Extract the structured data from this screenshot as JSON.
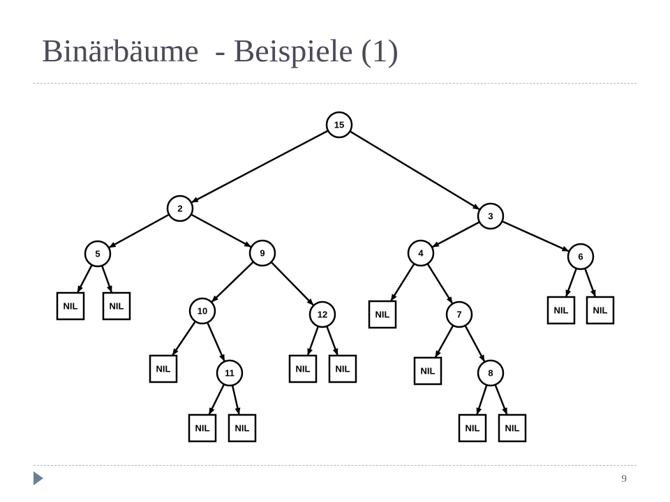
{
  "slide": {
    "title": "Binärbäume  - Beispiele (1)",
    "page_number": "9",
    "accent_color": "#6b7f94",
    "divider_color": "#a6b9c8"
  },
  "icons": {
    "bullet": "play-triangle-icon"
  },
  "diagram": {
    "node_labels": {
      "n15": "15",
      "n2": "2",
      "n3": "3",
      "n5": "5",
      "n9": "9",
      "n4": "4",
      "n6": "6",
      "n10": "10",
      "n12": "12",
      "n7": "7",
      "n11": "11",
      "n8": "8"
    },
    "nil_label": "NIL",
    "edges": [
      [
        "n15",
        "n2"
      ],
      [
        "n15",
        "n3"
      ],
      [
        "n2",
        "n5"
      ],
      [
        "n2",
        "n9"
      ],
      [
        "n5",
        "nil1"
      ],
      [
        "n5",
        "nil2"
      ],
      [
        "n9",
        "n10"
      ],
      [
        "n9",
        "n12"
      ],
      [
        "n10",
        "nil3"
      ],
      [
        "n10",
        "n11"
      ],
      [
        "n11",
        "nil4"
      ],
      [
        "n11",
        "nil5"
      ],
      [
        "n12",
        "nil6"
      ],
      [
        "n12",
        "nil7"
      ],
      [
        "n3",
        "n4"
      ],
      [
        "n3",
        "n6"
      ],
      [
        "n4",
        "nil8"
      ],
      [
        "n4",
        "n7"
      ],
      [
        "n7",
        "nil9"
      ],
      [
        "n7",
        "n8"
      ],
      [
        "n8",
        "nil10"
      ],
      [
        "n8",
        "nil11"
      ],
      [
        "n6",
        "nil12"
      ],
      [
        "n6",
        "nil13"
      ]
    ]
  }
}
